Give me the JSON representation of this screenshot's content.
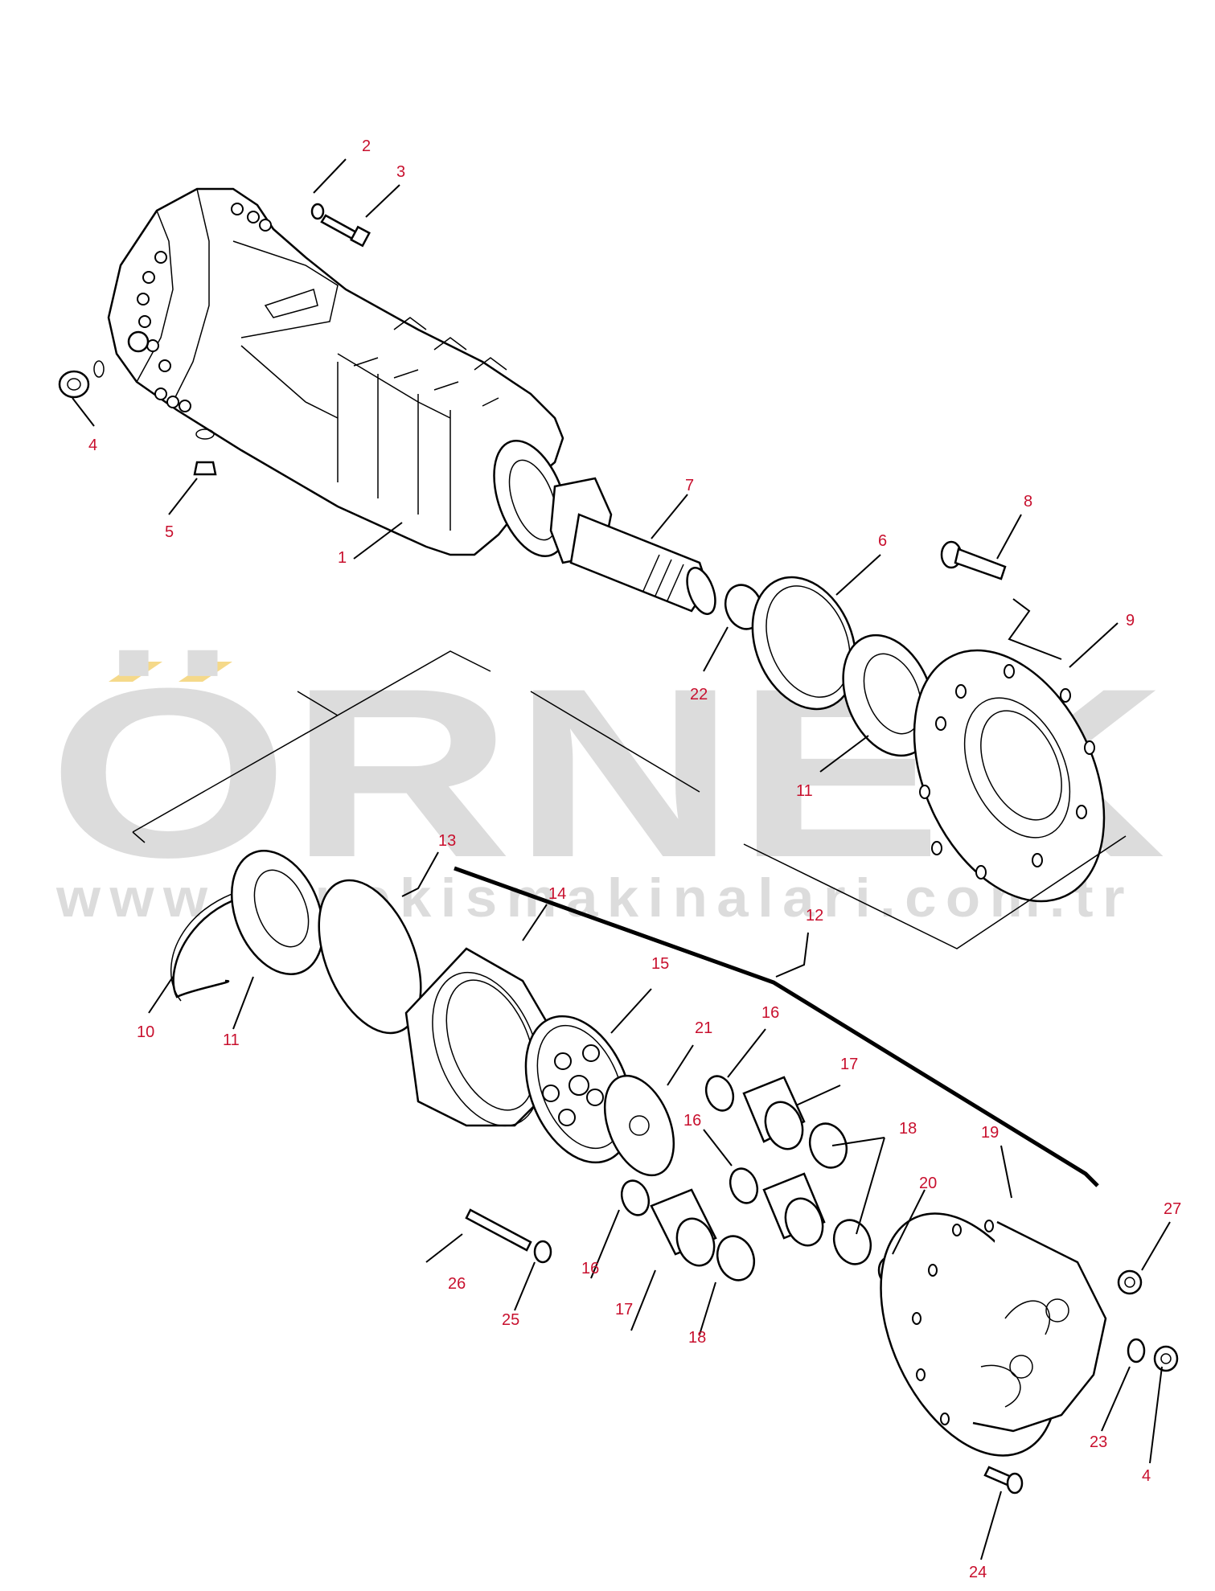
{
  "watermark": {
    "brand": "ÖRNEK",
    "url": "www.ornekismakinalari.com.tr",
    "accent_color": "#f5d98a",
    "text_color": "#dcdcdc"
  },
  "colors": {
    "label": "#c8102e",
    "line": "#000000"
  },
  "callouts": [
    {
      "id": "c1",
      "label": "1"
    },
    {
      "id": "c2",
      "label": "2"
    },
    {
      "id": "c3",
      "label": "3"
    },
    {
      "id": "c4a",
      "label": "4"
    },
    {
      "id": "c5",
      "label": "5"
    },
    {
      "id": "c7",
      "label": "7"
    },
    {
      "id": "c6",
      "label": "6"
    },
    {
      "id": "c8",
      "label": "8"
    },
    {
      "id": "c9",
      "label": "9"
    },
    {
      "id": "c22",
      "label": "22"
    },
    {
      "id": "c11a",
      "label": "11"
    },
    {
      "id": "c13",
      "label": "13"
    },
    {
      "id": "c14",
      "label": "14"
    },
    {
      "id": "c12",
      "label": "12"
    },
    {
      "id": "c10",
      "label": "10"
    },
    {
      "id": "c11b",
      "label": "11"
    },
    {
      "id": "c15",
      "label": "15"
    },
    {
      "id": "c21",
      "label": "21"
    },
    {
      "id": "c16a",
      "label": "16"
    },
    {
      "id": "c17a",
      "label": "17"
    },
    {
      "id": "c18a",
      "label": "18"
    },
    {
      "id": "c16b",
      "label": "16"
    },
    {
      "id": "c19",
      "label": "19"
    },
    {
      "id": "c20",
      "label": "20"
    },
    {
      "id": "c27",
      "label": "27"
    },
    {
      "id": "c26",
      "label": "26"
    },
    {
      "id": "c25",
      "label": "25"
    },
    {
      "id": "c16c",
      "label": "16"
    },
    {
      "id": "c17b",
      "label": "17"
    },
    {
      "id": "c18b",
      "label": "18"
    },
    {
      "id": "c23",
      "label": "23"
    },
    {
      "id": "c4b",
      "label": "4"
    },
    {
      "id": "c24",
      "label": "24"
    }
  ]
}
